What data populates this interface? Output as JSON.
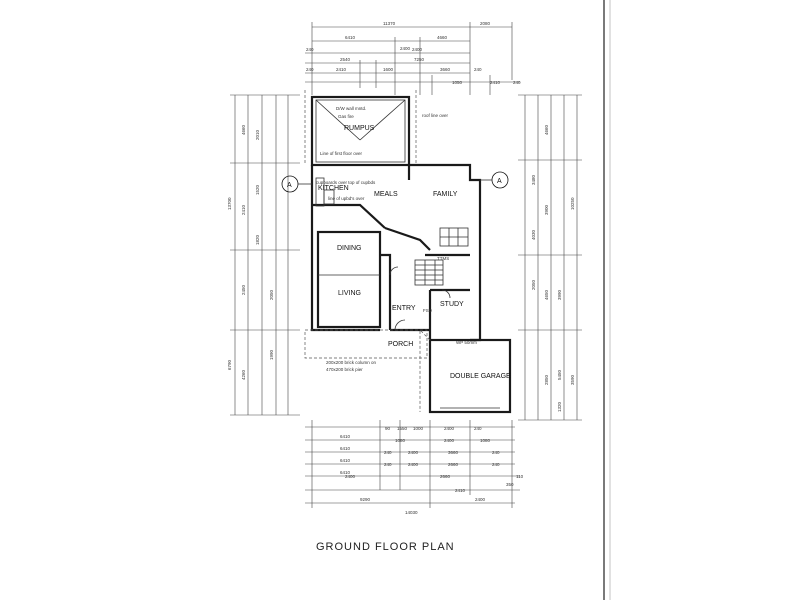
{
  "title": "GROUND FLOOR PLAN",
  "rooms": {
    "rumpus": "RUMPUS",
    "kitchen": "KITCHEN",
    "meals": "MEALS",
    "family": "FAMILY",
    "dining": "DINING",
    "living": "LIVING",
    "entry": "ENTRY",
    "study": "STUDY",
    "porch": "PORCH",
    "garage": "DOUBLE GARAGE"
  },
  "notes": {
    "wall_oven": "D/W wall mntd.",
    "gas_fire": "Gas fire",
    "line_first_floor": "Line of first floor over",
    "roof_line": "roof line over",
    "cupboards": "cupboards over top of cupbds",
    "line_upbds": "line of upbd's over",
    "column_note_1": "200x200 brick column on",
    "column_note_2": "470x200 brick pier",
    "wip": "WP 50mm",
    "fsd": "FSD",
    "ttms": "TTMS"
  },
  "section_markers": [
    "A",
    "A"
  ],
  "dimensions": {
    "top_overall": "11370",
    "top_right": "2080",
    "top_row2": [
      "6410",
      "2400",
      "4660"
    ],
    "top_row3": [
      "240",
      "2540",
      "2400",
      "7250"
    ],
    "top_row4": [
      "240",
      "2410",
      "1600",
      "3660",
      "240"
    ],
    "top_extra": [
      "1050",
      "2410",
      "240"
    ],
    "bottom_row1": [
      "6410",
      "90",
      "1550",
      "1000",
      "2400",
      "240"
    ],
    "bottom_row2": [
      "6410",
      "1080",
      "2400",
      "1080"
    ],
    "bottom_row3": [
      "6410",
      "240",
      "2400",
      "3660",
      "240"
    ],
    "bottom_row4": [
      "6410",
      "240",
      "2400",
      "2660",
      "240"
    ],
    "bottom_row5": [
      "2400",
      "2660",
      "2410",
      "350"
    ],
    "bottom_row6": [
      "9290",
      "2400",
      "110"
    ],
    "bottom_overall": "14030",
    "left_outer": [
      "13700",
      "6790"
    ],
    "left_mid": [
      "4660",
      "2410",
      "2450",
      "4260"
    ],
    "left_inner": [
      "2010",
      "1520",
      "1820",
      "2050",
      "1990"
    ],
    "right_outer": [
      "10250",
      "3590"
    ],
    "right_mid": [
      "4660",
      "3900",
      "4650",
      "2850"
    ],
    "right_inner": [
      "3480",
      "4030",
      "2050",
      "3990",
      "5450",
      "1320"
    ]
  }
}
